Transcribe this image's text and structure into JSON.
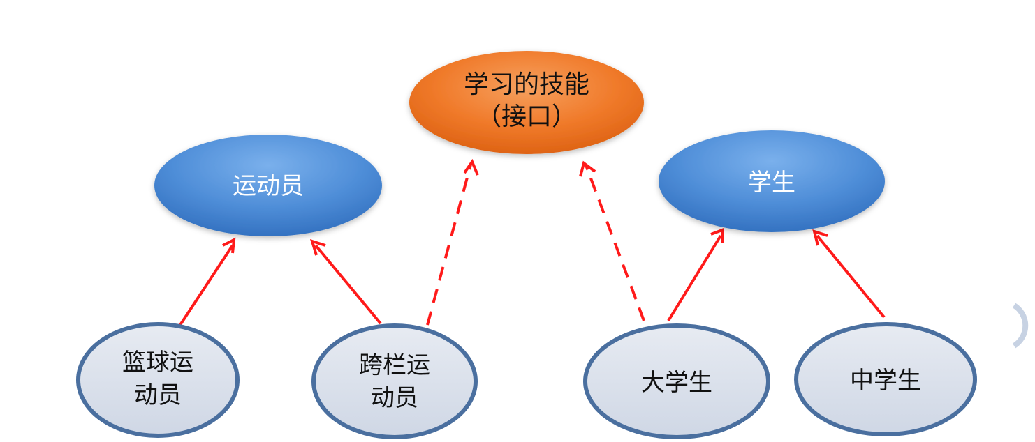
{
  "diagram": {
    "interface": {
      "line1": "学习的技能",
      "line2": "（接口）"
    },
    "athlete": "运动员",
    "student": "学生",
    "basketball": {
      "line1": "篮球运",
      "line2": "动员"
    },
    "hurdle": {
      "line1": "跨栏运",
      "line2": "动员"
    },
    "college": "大学生",
    "middle": "中学生"
  },
  "colors": {
    "interface_fill": "#f07a2a",
    "class_fill": "#4f8ed8",
    "leaf_fill": "#dde3ee",
    "leaf_stroke": "#4a6f9f",
    "arrow": "#ff1a1a"
  }
}
